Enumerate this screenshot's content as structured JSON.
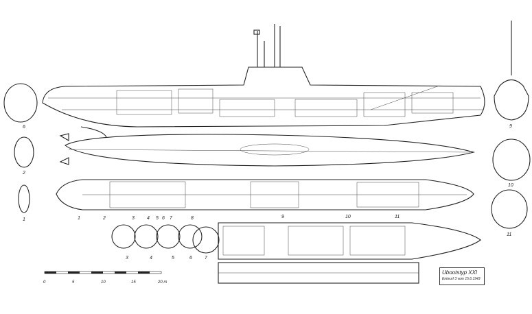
{
  "title_block": {
    "title": "Ubootstyp XXI",
    "subtitle": "Entwurf 3 vom 15.6.1943"
  },
  "scale_bar": {
    "ticks": [
      "0",
      "5",
      "10",
      "15",
      "20 m"
    ]
  },
  "station_labels": [
    "1",
    "2",
    "3",
    "4",
    "5",
    "6",
    "7",
    "8",
    "9",
    "10",
    "11"
  ],
  "section_labels": [
    "3",
    "4",
    "5",
    "6",
    "7"
  ],
  "left_section_labels": [
    "6",
    "2",
    "1"
  ],
  "right_section_labels": [
    "9",
    "10",
    "11"
  ]
}
